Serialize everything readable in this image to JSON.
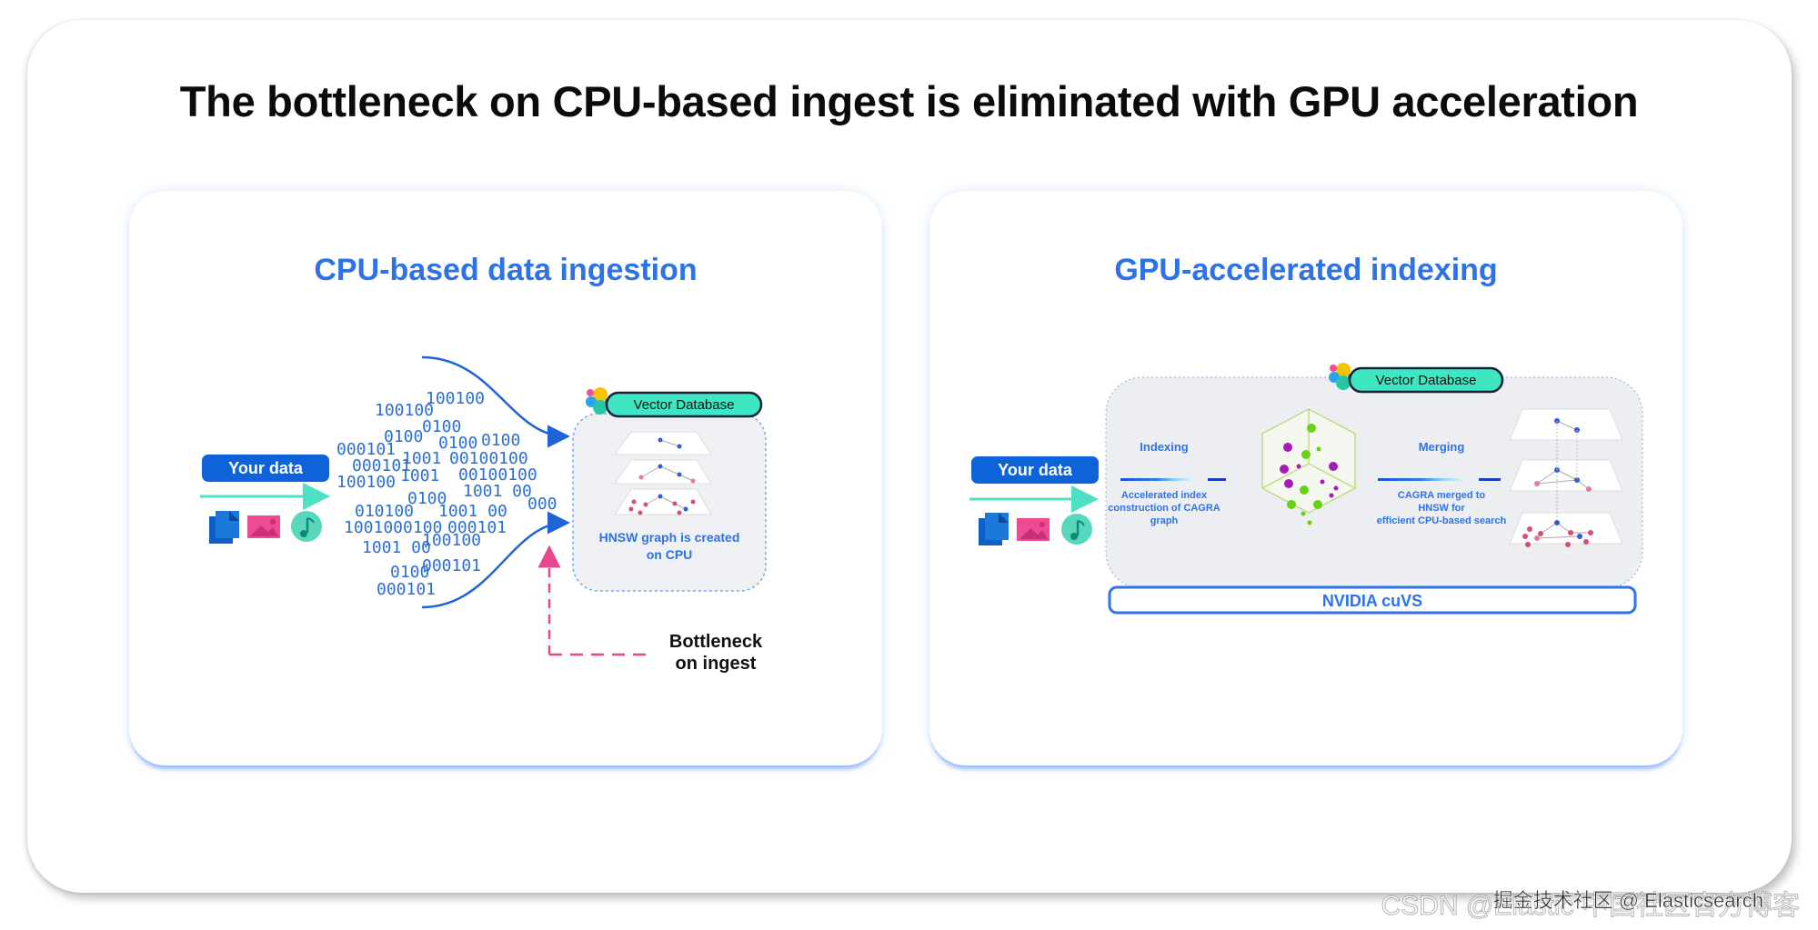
{
  "title": "The bottleneck on CPU-based ingest is eliminated with GPU acceleration",
  "left_panel": {
    "title": "CPU-based data ingestion",
    "your_data_label": "Your data",
    "data_icons": [
      "document-icon",
      "image-icon",
      "music-icon"
    ],
    "binary_fragments": [
      "100100",
      "100100",
      "0100",
      "0100",
      "0100",
      "0100",
      "000101",
      "1001",
      "00100100",
      "000101",
      "1001",
      "00100100",
      "100100",
      "1001  00",
      "0100",
      "000",
      "010100",
      "1001  00",
      "1001000100",
      "000101",
      "1001  00",
      "100100",
      "0100",
      "000101",
      "000101"
    ],
    "vector_db_label": "Vector Database",
    "db_caption_line1": "HNSW graph is created",
    "db_caption_line2": "on CPU",
    "bottleneck_line1": "Bottleneck",
    "bottleneck_line2": "on ingest"
  },
  "right_panel": {
    "title": "GPU-accelerated indexing",
    "your_data_label": "Your data",
    "data_icons": [
      "document-icon",
      "image-icon",
      "music-icon"
    ],
    "vector_db_label": "Vector Database",
    "indexing_label": "Indexing",
    "indexing_caption": [
      "Accelerated index",
      "construction of CAGRA",
      "graph"
    ],
    "merging_label": "Merging",
    "merging_caption": [
      "CAGRA merged to",
      "HNSW for",
      "efficient CPU-based search"
    ],
    "gpu_label": "NVIDIA cuVS"
  },
  "colors": {
    "accent_blue": "#2d72e8",
    "button_blue": "#0f63d9",
    "teal": "#4fe0c4",
    "pink": "#e8478f",
    "vector_db_pill": "#3ee6c2"
  },
  "watermark": {
    "back": "CSDN @Elastic 中国社区官方博客",
    "front": "掘金技术社区 @ Elasticsearch"
  }
}
